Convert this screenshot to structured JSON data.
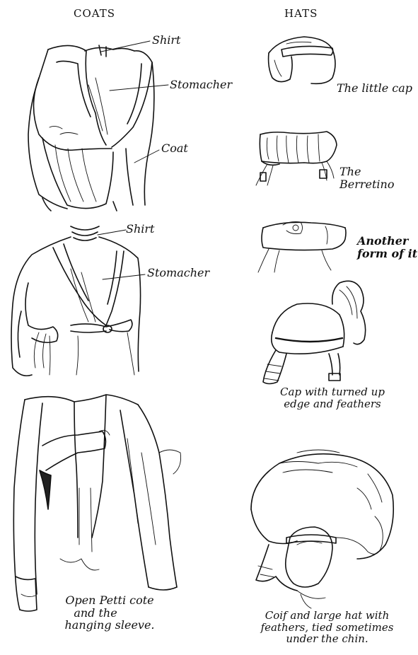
{
  "headings": {
    "coats": "COATS",
    "hats": "HATS"
  },
  "coat_labels": {
    "shirt_1": "Shirt",
    "stomacher_1": "Stomacher",
    "coat": "Coat",
    "shirt_2": "Shirt",
    "stomacher_2": "Stomacher",
    "petticoat_caption": [
      "Open Petti cote",
      "and the",
      "hanging sleeve."
    ]
  },
  "hat_labels": {
    "little_cap": "The little cap",
    "berretino": [
      "The",
      "Berretino"
    ],
    "another_form": [
      "Another",
      "form of it"
    ],
    "cap_feathers": [
      "Cap with turned up",
      "edge and feathers"
    ],
    "coif_caption": [
      "Coif and large hat with",
      "feathers, tied sometimes",
      "under the chin."
    ]
  }
}
